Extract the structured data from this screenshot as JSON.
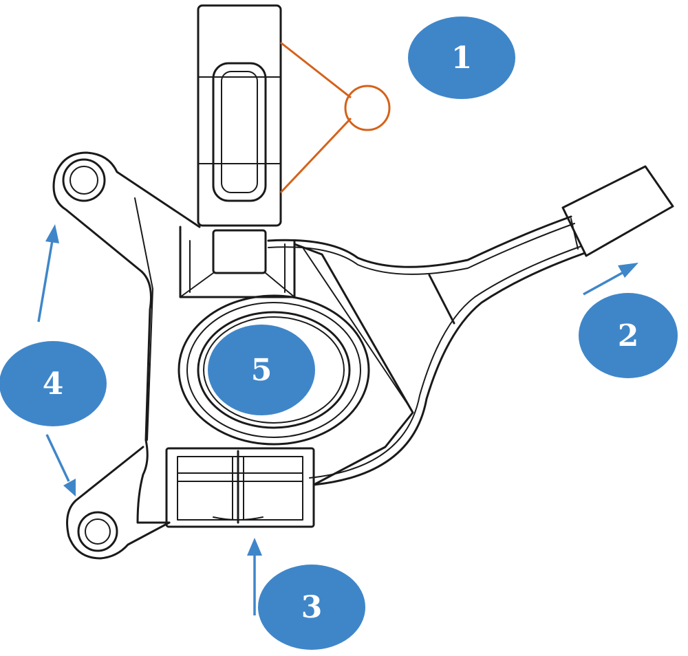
{
  "callouts": [
    {
      "label": "1"
    },
    {
      "label": "2"
    },
    {
      "label": "3"
    },
    {
      "label": "4"
    },
    {
      "label": "5"
    }
  ],
  "colors": {
    "badge": "#3f86c9",
    "arrow": "#3f86c9",
    "leader": "#d4621a",
    "outline": "#1a1a1a"
  }
}
